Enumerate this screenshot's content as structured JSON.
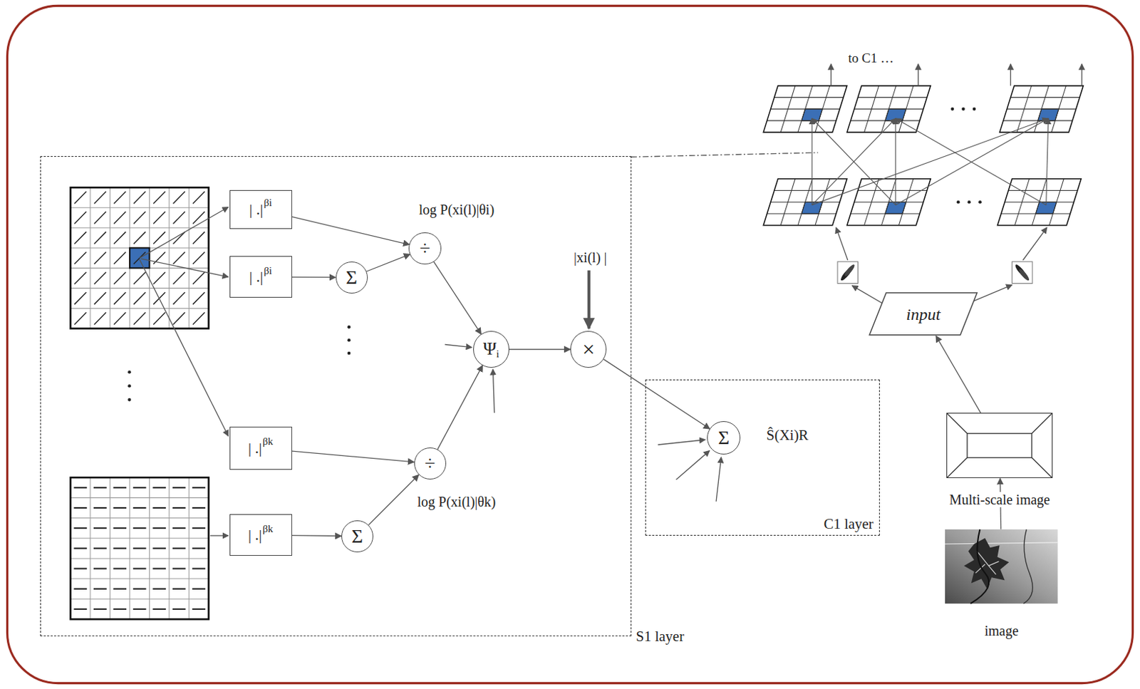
{
  "diagram": {
    "nodes": [
      {
        "text": [
          "S1 layer"
        ]
      },
      {
        "text": [
          "| .|",
          "βi"
        ],
        "in": 0
      },
      {
        "text": [
          "| .|",
          "βi"
        ],
        "in": 0
      },
      {
        "text": [
          "Σ"
        ],
        "in": 0
      },
      {
        "text": [
          "÷"
        ],
        "in": 0
      },
      {
        "text": [
          "Ψ",
          "i"
        ],
        "in": 0
      },
      {
        "text": [
          "×"
        ],
        "in": 0
      },
      {
        "text": [
          "| .|",
          "βk"
        ],
        "in": 0
      },
      {
        "text": [
          "÷"
        ],
        "in": 0
      },
      {
        "text": [
          "| .|",
          "βk"
        ],
        "in": 0
      },
      {
        "text": [
          "Σ"
        ],
        "in": 0
      },
      {
        "text": [
          "C1 layer"
        ]
      },
      {
        "text": [
          "Σ"
        ],
        "in": 11
      },
      {
        "text": [
          "input"
        ]
      },
      {
        "text": [
          "Multi-scale image"
        ]
      },
      {
        "text": [
          "image"
        ]
      }
    ],
    "edges": [
      {
        "from": 1,
        "to": 4,
        "arrow": "to"
      },
      {
        "from": 2,
        "to": 3,
        "arrow": "to"
      },
      {
        "from": 3,
        "to": 4,
        "arrow": "to"
      },
      {
        "from": 4,
        "to": 5,
        "arrow": "to"
      },
      {
        "from": 5,
        "to": 6,
        "arrow": "to"
      },
      {
        "from": 7,
        "to": 8,
        "arrow": "to"
      },
      {
        "from": 9,
        "to": 10,
        "arrow": "to"
      },
      {
        "from": 10,
        "to": 8,
        "arrow": "to"
      },
      {
        "from": 8,
        "to": 5,
        "arrow": "to"
      },
      {
        "from": 6,
        "to": 12,
        "arrow": "to"
      },
      {
        "from": 15,
        "to": 14,
        "arrow": "to"
      },
      {
        "from": 14,
        "to": 13,
        "arrow": "to"
      }
    ],
    "labels": [
      "to C1 …",
      "log P(xi(l)|θi)",
      "|xi(l) |",
      "log P(xi(l)|θk)",
      "Ŝ(Xi)R"
    ]
  }
}
